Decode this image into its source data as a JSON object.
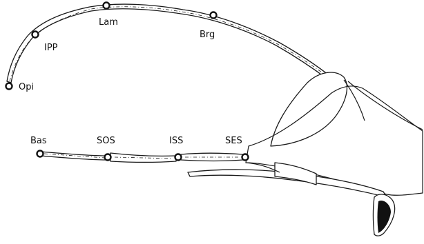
{
  "landmarks": [
    {
      "id": "opi",
      "label": "Opi"
    },
    {
      "id": "ipp",
      "label": "IPP"
    },
    {
      "id": "lam",
      "label": "Lam"
    },
    {
      "id": "brg",
      "label": "Brg"
    },
    {
      "id": "bas",
      "label": "Bas"
    },
    {
      "id": "sos",
      "label": "SOS"
    },
    {
      "id": "iss",
      "label": "ISS"
    },
    {
      "id": "ses",
      "label": "SES"
    }
  ]
}
